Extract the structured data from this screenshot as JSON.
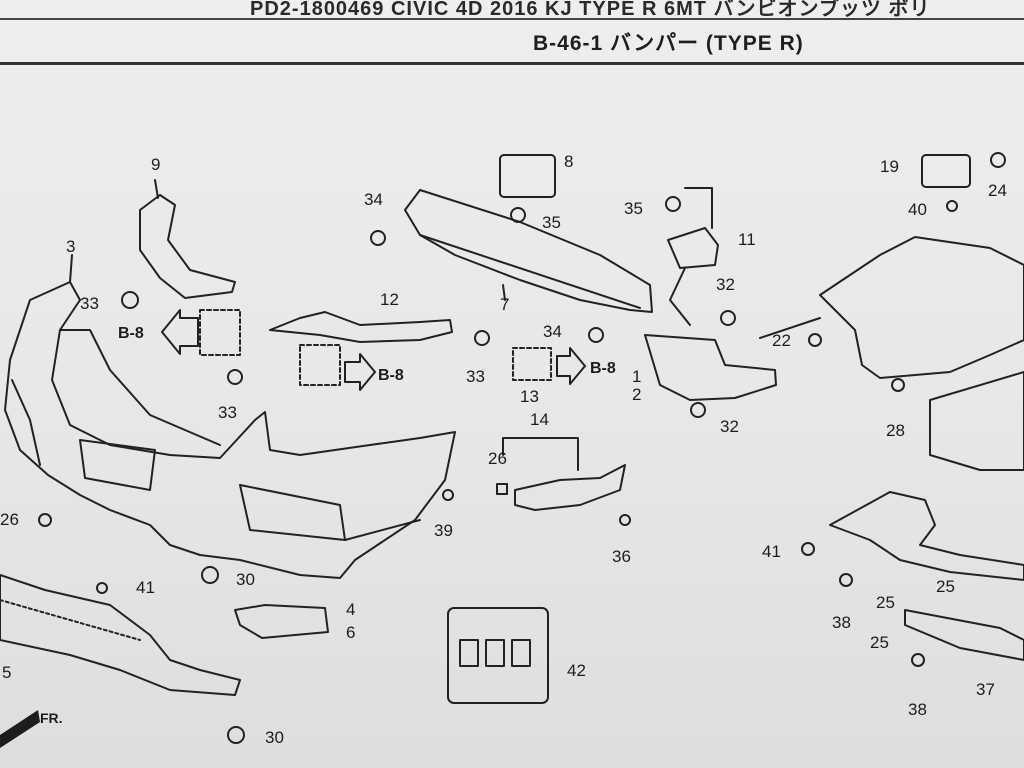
{
  "header": {
    "top_text": "PD2-1800469 CIVIC 4D 2016 KJ TYPE R 6MT バンビオンブッツ ボリ",
    "section_title": "B-46-1 バンパー (TYPE R)"
  },
  "diagram": {
    "front_marker": "FR.",
    "reference_label": "B-8",
    "callouts": [
      "1",
      "2",
      "3",
      "4",
      "5",
      "6",
      "7",
      "8",
      "9",
      "11",
      "12",
      "13",
      "14",
      "19",
      "22",
      "24",
      "25",
      "26",
      "28",
      "30",
      "32",
      "33",
      "34",
      "35",
      "36",
      "37",
      "38",
      "39",
      "40",
      "41",
      "42"
    ]
  }
}
